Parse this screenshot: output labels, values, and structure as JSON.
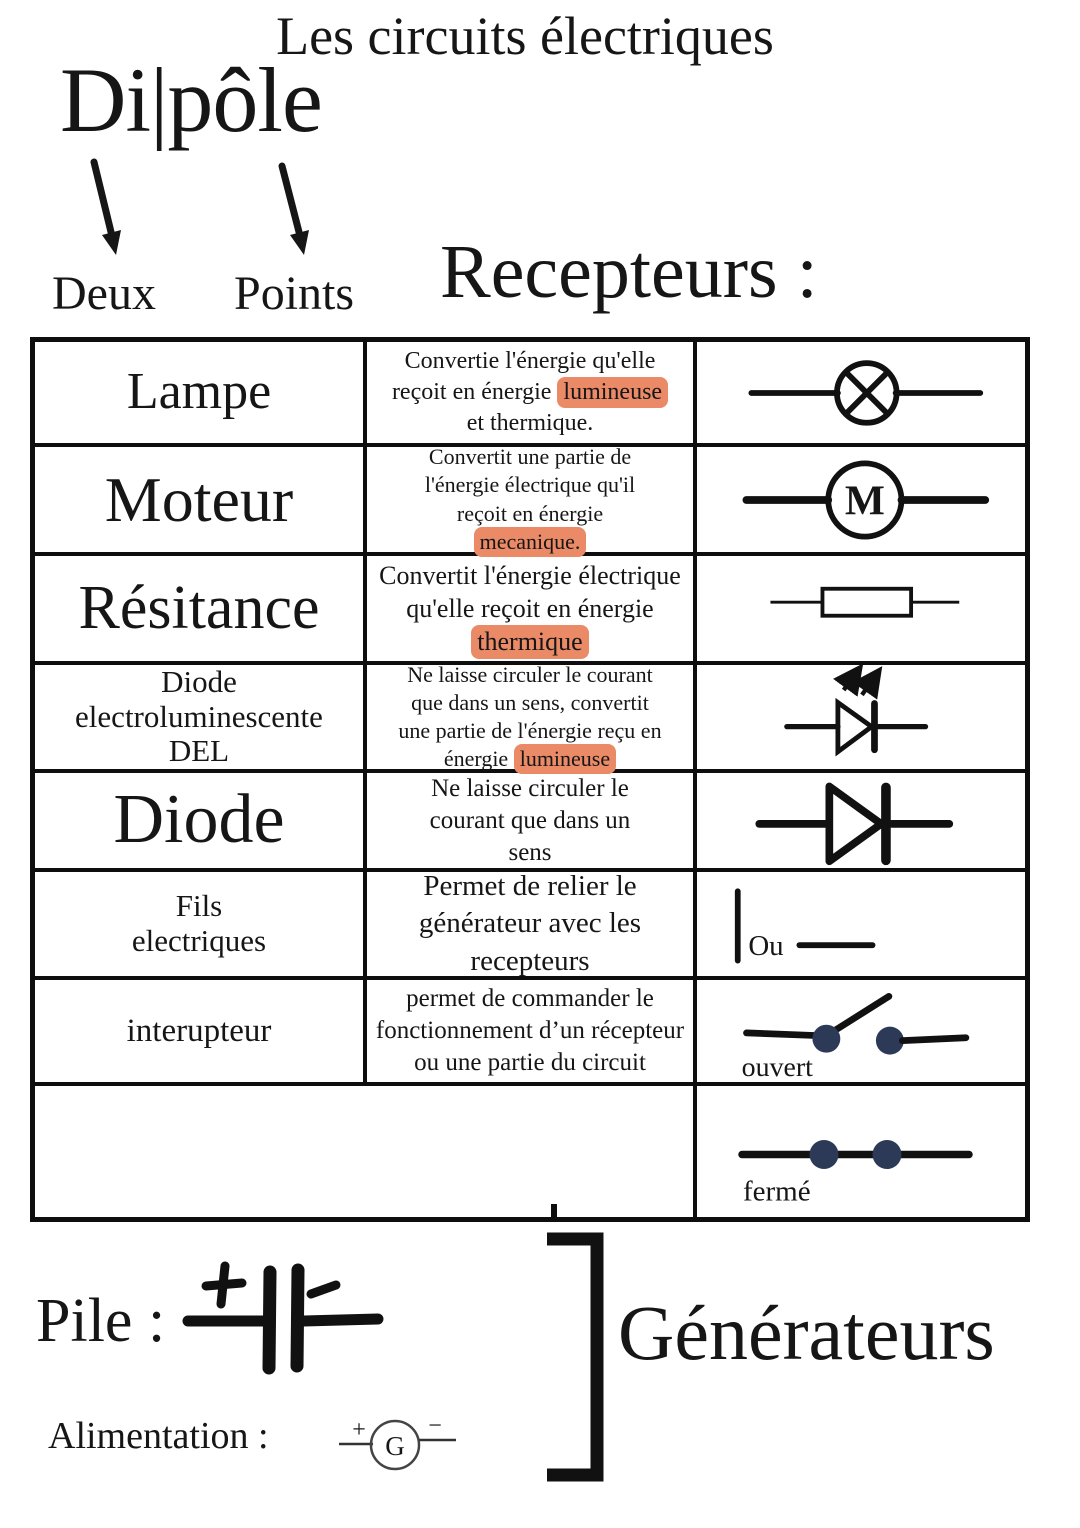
{
  "header": {
    "title": "Les circuits électriques",
    "dipole_word": "Di|pôle",
    "arrow_label_left": "Deux",
    "arrow_label_right": "Points",
    "receptors_heading": "Recepteurs :"
  },
  "table": {
    "rows": [
      {
        "name": "Lampe",
        "desc_pre": "Convertie l'énergie qu'elle reçoit en énergie ",
        "desc_highlight": "lumineuse",
        "desc_post": " et thermique.",
        "symbol": "lamp-symbol"
      },
      {
        "name": "Moteur",
        "desc_pre": "Convertit une partie de l'énergie électrique qu'il reçoit en énergie ",
        "desc_highlight": "mecanique.",
        "desc_post": "",
        "symbol": "motor-symbol"
      },
      {
        "name": "Résitance",
        "desc_pre": "Convertit l'énergie électrique qu'elle reçoit en énergie ",
        "desc_highlight": "thermique",
        "desc_post": "",
        "symbol": "resistor-symbol"
      },
      {
        "name": "Diode\nelectroluminescente\nDEL",
        "desc_pre": "Ne laisse circuler le courant que dans un sens, convertit une partie de l'énergie reçu en énergie ",
        "desc_highlight": "lumineuse",
        "desc_post": "",
        "symbol": "led-symbol"
      },
      {
        "name": "Diode",
        "desc_pre": "Ne laisse circuler le courant que dans un sens",
        "desc_highlight": "",
        "desc_post": "",
        "symbol": "diode-symbol"
      },
      {
        "name": "Fils\nelectriques",
        "desc_pre": "Permet de relier le générateur avec les recepteurs",
        "desc_highlight": "",
        "desc_post": "",
        "symbol": "wire-symbol"
      },
      {
        "name": "interupteur",
        "desc_pre": "permet de commander le fonctionnement d’un récepteur ou une partie du circuit",
        "desc_highlight": "",
        "desc_post": "",
        "symbol": "switch-open-symbol"
      },
      {
        "name": "",
        "desc_pre": "",
        "desc_highlight": "",
        "desc_post": "",
        "symbol": "switch-closed-symbol"
      }
    ]
  },
  "symbols": {
    "motor_letter": "M",
    "wire_or_label": "Ou",
    "switch_open_label": "ouvert",
    "switch_closed_label": "fermé"
  },
  "generators": {
    "pile_label": "Pile :",
    "alimentation_label": "Alimentation :",
    "heading": "Générateurs",
    "g_letter": "G",
    "plus_sign": "+",
    "minus_sign": "−"
  },
  "colors": {
    "highlight": "#EB8A67",
    "switch_dot_navy": "#2C3A57",
    "ink": "#161616"
  }
}
